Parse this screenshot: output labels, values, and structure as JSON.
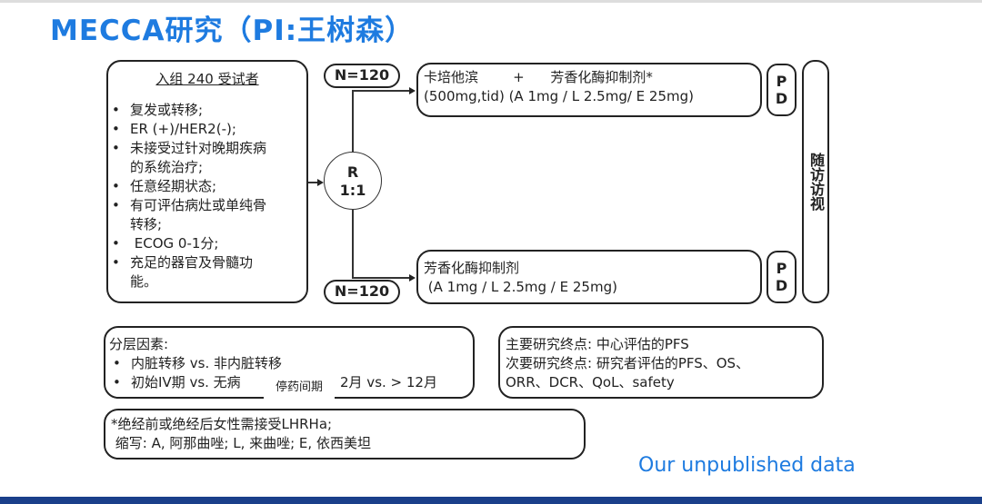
{
  "title": "MECCA研究（PI:王树森）",
  "enroll": {
    "heading": "入组 240 受试者",
    "criteria": [
      [
        "复发或转移;"
      ],
      [
        "ER (+)/HER2(-);"
      ],
      [
        "未接受过针对晚期疾病",
        "的系统治疗;"
      ],
      [
        "任意经期状态;"
      ],
      [
        "有可评估病灶或单纯骨",
        "转移;"
      ],
      [
        " ECOG 0-1分;"
      ],
      [
        "充足的器官及骨髓功",
        "能。"
      ]
    ]
  },
  "randomization": {
    "r": "R",
    "ratio": "1:1"
  },
  "arms": [
    {
      "n": "N=120",
      "line1": "卡培他滨        +      芳香化酶抑制剂*",
      "line2": "(500mg,tid) (A 1mg / L 2.5mg/ E 25mg)",
      "pd": "PD"
    },
    {
      "n": "N=120",
      "line1": "芳香化酶抑制剂",
      "line2": " (A 1mg / L 2.5mg / E 25mg)",
      "pd": "PD"
    }
  ],
  "followup": "随访访视",
  "strat": {
    "heading": "分层因素:",
    "items": [
      "内脏转移 vs. 非内脏转移",
      "初始IV期 vs. 无病",
      "2月 vs. > 12月"
    ],
    "overlay": "停药间期"
  },
  "endpoints": [
    "主要研究终点: 中心评估的PFS",
    "次要研究终点: 研究者评估的PFS、OS、",
    "ORR、DCR、QoL、safety"
  ],
  "notes": [
    "*绝经前或绝经后女性需接受LHRHa;",
    " 缩写: A, 阿那曲唑; L, 来曲唑; E, 依西美坦"
  ],
  "footer": "Our unpublished data"
}
